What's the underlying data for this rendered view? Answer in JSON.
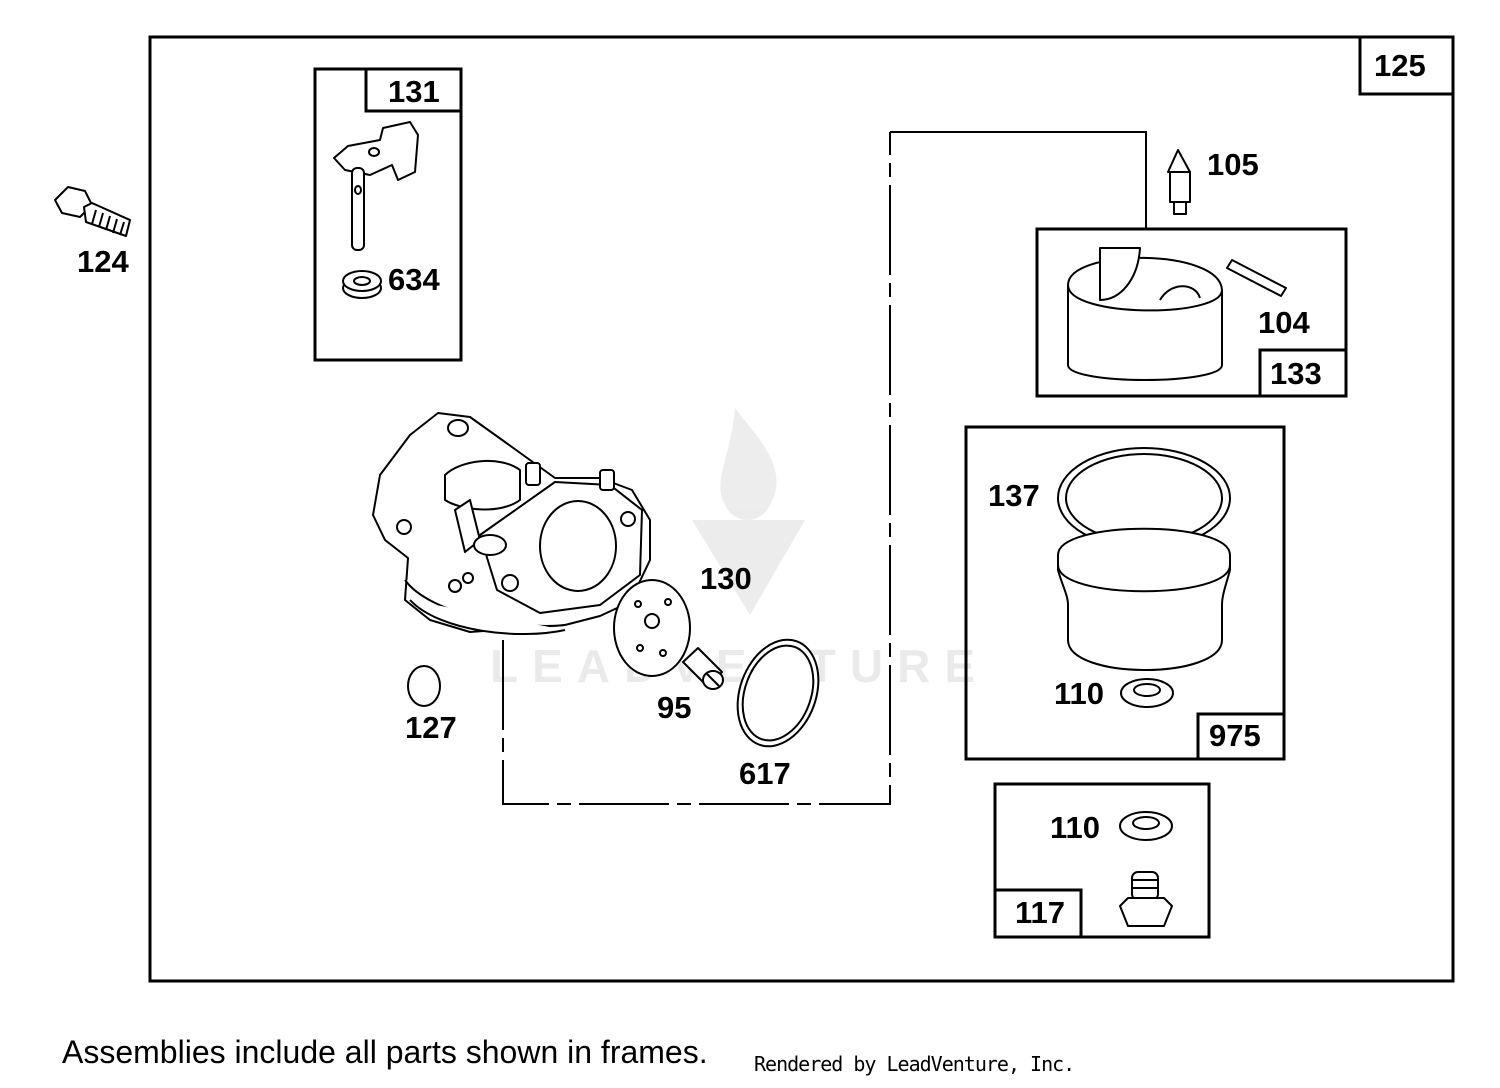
{
  "diagram": {
    "callouts": {
      "p124": "124",
      "p125": "125",
      "p131": "131",
      "p634": "634",
      "p105": "105",
      "p104": "104",
      "p133": "133",
      "p137": "137",
      "p110a": "110",
      "p975": "975",
      "p110b": "110",
      "p117": "117",
      "p130": "130",
      "p95": "95",
      "p127": "127",
      "p617": "617"
    },
    "watermark": "LEADVENTURE"
  },
  "footer": {
    "note": "Assemblies include all parts shown in frames.",
    "credit": "Rendered by LeadVenture, Inc."
  }
}
